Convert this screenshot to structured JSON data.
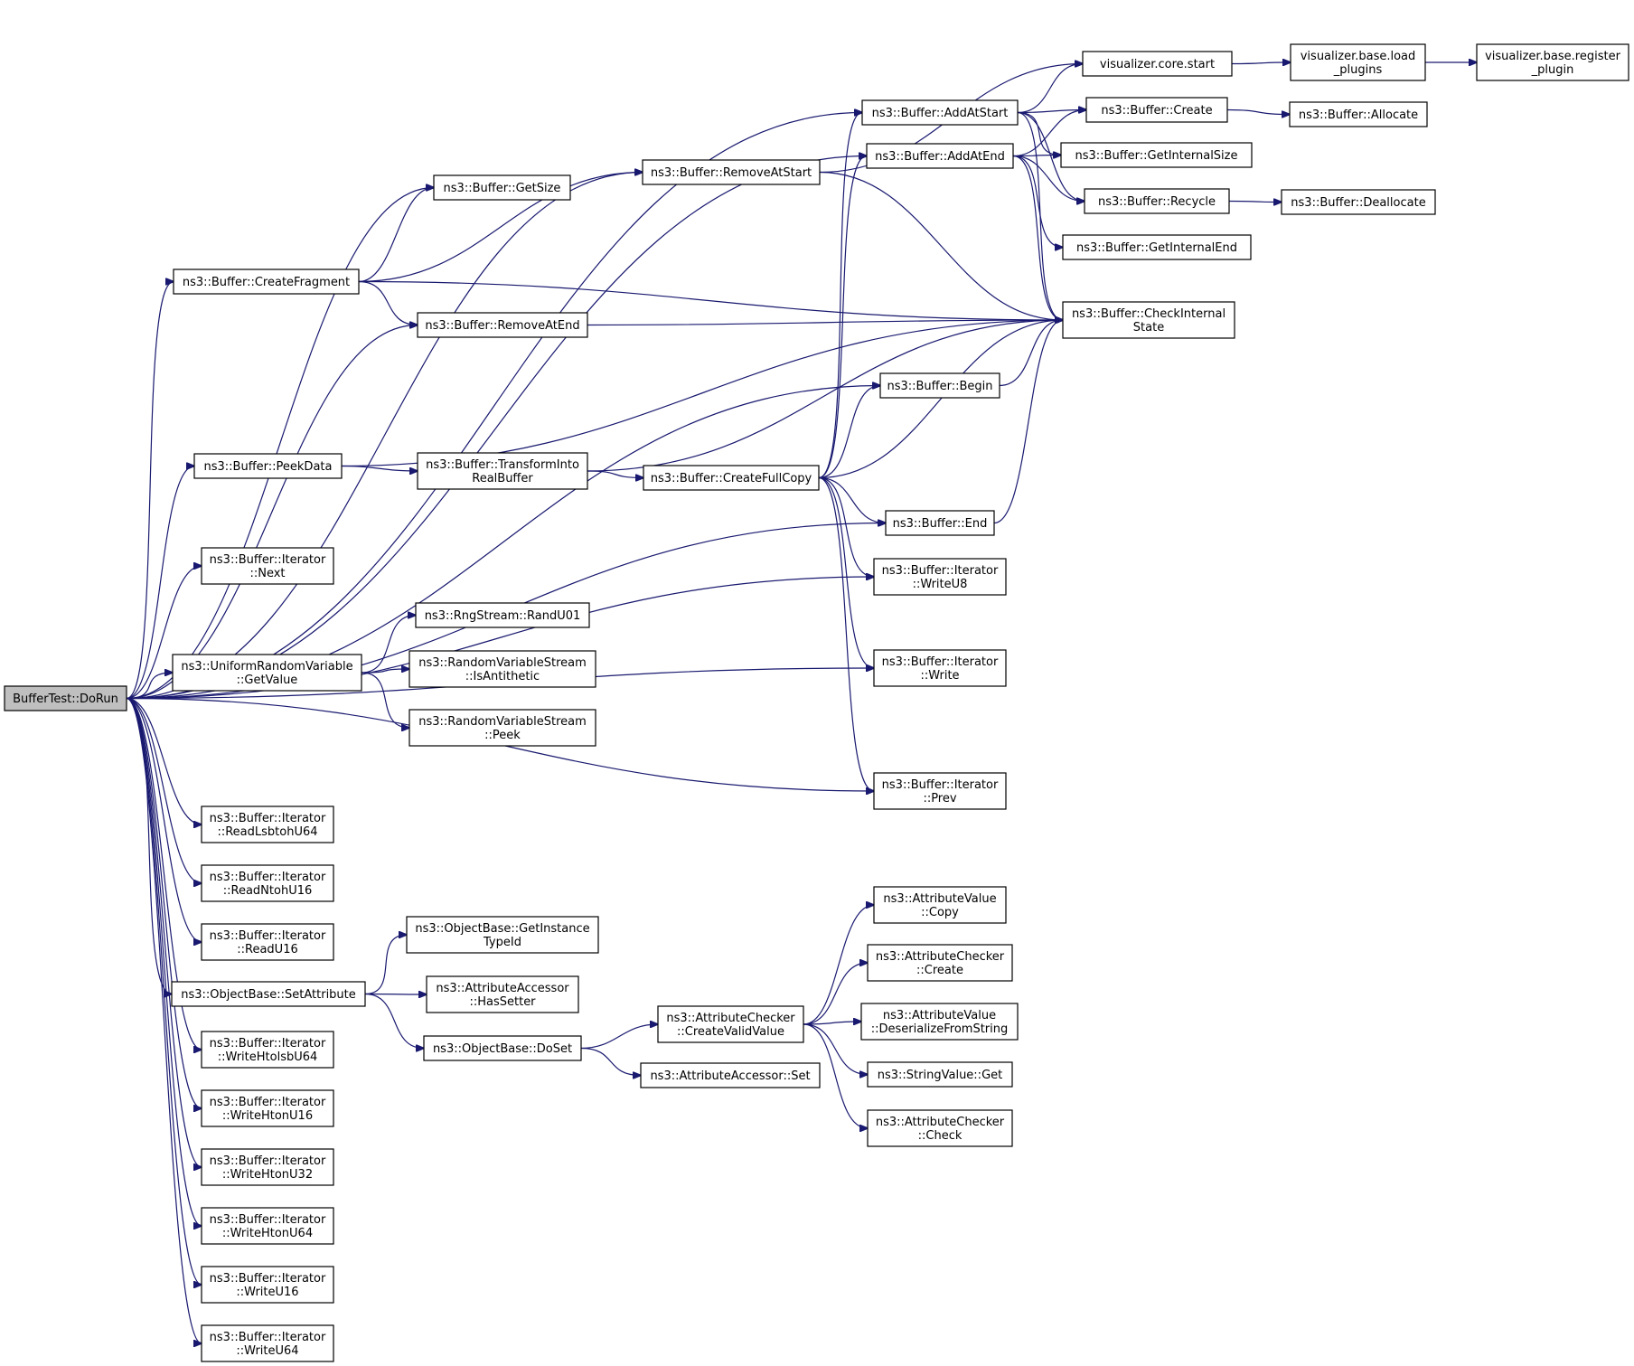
{
  "graph": {
    "colors": {
      "edge": "#191970",
      "root_fill": "#bfbfbf",
      "node_fill": "#ffffff",
      "node_border": "#000000"
    },
    "nodes": [
      {
        "id": "dorun",
        "lines": [
          "BufferTest::DoRun"
        ],
        "root": true
      },
      {
        "id": "createfragment",
        "lines": [
          "ns3::Buffer::CreateFragment"
        ]
      },
      {
        "id": "peekdata",
        "lines": [
          "ns3::Buffer::PeekData"
        ]
      },
      {
        "id": "itnext",
        "lines": [
          "ns3::Buffer::Iterator",
          "::Next"
        ]
      },
      {
        "id": "urv_getvalue",
        "lines": [
          "ns3::UniformRandomVariable",
          "::GetValue"
        ]
      },
      {
        "id": "readlsbtoh64",
        "lines": [
          "ns3::Buffer::Iterator",
          "::ReadLsbtohU64"
        ]
      },
      {
        "id": "readntoh16",
        "lines": [
          "ns3::Buffer::Iterator",
          "::ReadNtohU16"
        ]
      },
      {
        "id": "readu16",
        "lines": [
          "ns3::Buffer::Iterator",
          "::ReadU16"
        ]
      },
      {
        "id": "setattribute",
        "lines": [
          "ns3::ObjectBase::SetAttribute"
        ]
      },
      {
        "id": "writehtolsb64",
        "lines": [
          "ns3::Buffer::Iterator",
          "::WriteHtolsbU64"
        ]
      },
      {
        "id": "writehton16",
        "lines": [
          "ns3::Buffer::Iterator",
          "::WriteHtonU16"
        ]
      },
      {
        "id": "writehton32",
        "lines": [
          "ns3::Buffer::Iterator",
          "::WriteHtonU32"
        ]
      },
      {
        "id": "writehton64",
        "lines": [
          "ns3::Buffer::Iterator",
          "::WriteHtonU64"
        ]
      },
      {
        "id": "writeu16",
        "lines": [
          "ns3::Buffer::Iterator",
          "::WriteU16"
        ]
      },
      {
        "id": "writeu64",
        "lines": [
          "ns3::Buffer::Iterator",
          "::WriteU64"
        ]
      },
      {
        "id": "getsize",
        "lines": [
          "ns3::Buffer::GetSize"
        ]
      },
      {
        "id": "removeatend",
        "lines": [
          "ns3::Buffer::RemoveAtEnd"
        ]
      },
      {
        "id": "transformintoreal",
        "lines": [
          "ns3::Buffer::TransformInto",
          "RealBuffer"
        ]
      },
      {
        "id": "randu01",
        "lines": [
          "ns3::RngStream::RandU01"
        ]
      },
      {
        "id": "isantithetic",
        "lines": [
          "ns3::RandomVariableStream",
          "::IsAntithetic"
        ]
      },
      {
        "id": "peek",
        "lines": [
          "ns3::RandomVariableStream",
          "::Peek"
        ]
      },
      {
        "id": "getinstancetypeid",
        "lines": [
          "ns3::ObjectBase::GetInstance",
          "TypeId"
        ]
      },
      {
        "id": "hassetter",
        "lines": [
          "ns3::AttributeAccessor",
          "::HasSetter"
        ]
      },
      {
        "id": "doset",
        "lines": [
          "ns3::ObjectBase::DoSet"
        ]
      },
      {
        "id": "removeatstart",
        "lines": [
          "ns3::Buffer::RemoveAtStart"
        ]
      },
      {
        "id": "createfullcopy",
        "lines": [
          "ns3::Buffer::CreateFullCopy"
        ]
      },
      {
        "id": "createvalidvalue",
        "lines": [
          "ns3::AttributeChecker",
          "::CreateValidValue"
        ]
      },
      {
        "id": "accessorset",
        "lines": [
          "ns3::AttributeAccessor::Set"
        ]
      },
      {
        "id": "addatstart",
        "lines": [
          "ns3::Buffer::AddAtStart"
        ]
      },
      {
        "id": "addatend",
        "lines": [
          "ns3::Buffer::AddAtEnd"
        ]
      },
      {
        "id": "begin",
        "lines": [
          "ns3::Buffer::Begin"
        ]
      },
      {
        "id": "end",
        "lines": [
          "ns3::Buffer::End"
        ]
      },
      {
        "id": "writeu8",
        "lines": [
          "ns3::Buffer::Iterator",
          "::WriteU8"
        ]
      },
      {
        "id": "itwrite",
        "lines": [
          "ns3::Buffer::Iterator",
          "::Write"
        ]
      },
      {
        "id": "itprev",
        "lines": [
          "ns3::Buffer::Iterator",
          "::Prev"
        ]
      },
      {
        "id": "av_copy",
        "lines": [
          "ns3::AttributeValue",
          "::Copy"
        ]
      },
      {
        "id": "ac_create",
        "lines": [
          "ns3::AttributeChecker",
          "::Create"
        ]
      },
      {
        "id": "deserialize",
        "lines": [
          "ns3::AttributeValue",
          "::DeserializeFromString"
        ]
      },
      {
        "id": "stringget",
        "lines": [
          "ns3::StringValue::Get"
        ]
      },
      {
        "id": "ac_check",
        "lines": [
          "ns3::AttributeChecker",
          "::Check"
        ]
      },
      {
        "id": "vcorestart",
        "lines": [
          "visualizer.core.start"
        ]
      },
      {
        "id": "bcreate",
        "lines": [
          "ns3::Buffer::Create"
        ]
      },
      {
        "id": "getinternalsize",
        "lines": [
          "ns3::Buffer::GetInternalSize"
        ]
      },
      {
        "id": "recycle",
        "lines": [
          "ns3::Buffer::Recycle"
        ]
      },
      {
        "id": "getinternalend",
        "lines": [
          "ns3::Buffer::GetInternalEnd"
        ]
      },
      {
        "id": "checkinternal",
        "lines": [
          "ns3::Buffer::CheckInternal",
          "State"
        ]
      },
      {
        "id": "loadplugins",
        "lines": [
          "visualizer.base.load",
          "_plugins"
        ]
      },
      {
        "id": "allocate",
        "lines": [
          "ns3::Buffer::Allocate"
        ]
      },
      {
        "id": "deallocate",
        "lines": [
          "ns3::Buffer::Deallocate"
        ]
      },
      {
        "id": "registerplugin",
        "lines": [
          "visualizer.base.register",
          "_plugin"
        ]
      }
    ],
    "edges": [
      [
        "dorun",
        "addatstart"
      ],
      [
        "dorun",
        "addatend"
      ],
      [
        "dorun",
        "removeatstart"
      ],
      [
        "dorun",
        "getsize"
      ],
      [
        "dorun",
        "createfragment"
      ],
      [
        "dorun",
        "removeatend"
      ],
      [
        "dorun",
        "begin"
      ],
      [
        "dorun",
        "peekdata"
      ],
      [
        "dorun",
        "end"
      ],
      [
        "dorun",
        "itnext"
      ],
      [
        "dorun",
        "writeu8"
      ],
      [
        "dorun",
        "urv_getvalue"
      ],
      [
        "dorun",
        "itwrite"
      ],
      [
        "dorun",
        "itprev"
      ],
      [
        "dorun",
        "readlsbtoh64"
      ],
      [
        "dorun",
        "readntoh16"
      ],
      [
        "dorun",
        "readu16"
      ],
      [
        "dorun",
        "setattribute"
      ],
      [
        "dorun",
        "writehtolsb64"
      ],
      [
        "dorun",
        "writehton16"
      ],
      [
        "dorun",
        "writehton32"
      ],
      [
        "dorun",
        "writehton64"
      ],
      [
        "dorun",
        "writeu16"
      ],
      [
        "dorun",
        "writeu64"
      ],
      [
        "createfragment",
        "getsize"
      ],
      [
        "createfragment",
        "removeatstart"
      ],
      [
        "createfragment",
        "removeatend"
      ],
      [
        "createfragment",
        "checkinternal"
      ],
      [
        "peekdata",
        "transformintoreal"
      ],
      [
        "peekdata",
        "checkinternal"
      ],
      [
        "transformintoreal",
        "createfullcopy"
      ],
      [
        "transformintoreal",
        "checkinternal"
      ],
      [
        "urv_getvalue",
        "randu01"
      ],
      [
        "urv_getvalue",
        "isantithetic"
      ],
      [
        "urv_getvalue",
        "peek"
      ],
      [
        "setattribute",
        "getinstancetypeid"
      ],
      [
        "setattribute",
        "hassetter"
      ],
      [
        "setattribute",
        "doset"
      ],
      [
        "doset",
        "createvalidvalue"
      ],
      [
        "doset",
        "accessorset"
      ],
      [
        "createvalidvalue",
        "av_copy"
      ],
      [
        "createvalidvalue",
        "ac_create"
      ],
      [
        "createvalidvalue",
        "deserialize"
      ],
      [
        "createvalidvalue",
        "stringget"
      ],
      [
        "createvalidvalue",
        "ac_check"
      ],
      [
        "removeatstart",
        "vcorestart"
      ],
      [
        "removeatstart",
        "checkinternal"
      ],
      [
        "removeatend",
        "checkinternal"
      ],
      [
        "createfullcopy",
        "addatstart"
      ],
      [
        "createfullcopy",
        "addatend"
      ],
      [
        "createfullcopy",
        "begin"
      ],
      [
        "createfullcopy",
        "end"
      ],
      [
        "createfullcopy",
        "writeu8"
      ],
      [
        "createfullcopy",
        "itwrite"
      ],
      [
        "createfullcopy",
        "itprev"
      ],
      [
        "createfullcopy",
        "checkinternal"
      ],
      [
        "addatstart",
        "vcorestart"
      ],
      [
        "addatstart",
        "bcreate"
      ],
      [
        "addatstart",
        "getinternalsize"
      ],
      [
        "addatstart",
        "recycle"
      ],
      [
        "addatstart",
        "checkinternal"
      ],
      [
        "addatend",
        "bcreate"
      ],
      [
        "addatend",
        "getinternalsize"
      ],
      [
        "addatend",
        "recycle"
      ],
      [
        "addatend",
        "getinternalend"
      ],
      [
        "addatend",
        "checkinternal"
      ],
      [
        "begin",
        "checkinternal"
      ],
      [
        "end",
        "checkinternal"
      ],
      [
        "vcorestart",
        "loadplugins"
      ],
      [
        "loadplugins",
        "registerplugin"
      ],
      [
        "bcreate",
        "allocate"
      ],
      [
        "recycle",
        "deallocate"
      ]
    ]
  }
}
